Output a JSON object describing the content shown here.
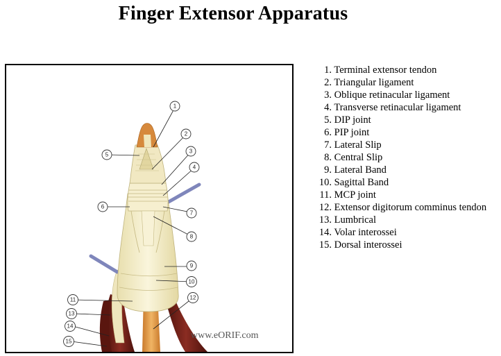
{
  "title": "Finger Extensor Apparatus",
  "watermark": "www.eORIF.com",
  "legend": [
    {
      "num": "1.",
      "label": "Terminal extensor tendon"
    },
    {
      "num": "2.",
      "label": "Triangular ligament"
    },
    {
      "num": "3.",
      "label": "Oblique retinacular ligament"
    },
    {
      "num": "4.",
      "label": "Transverse retinacular ligament"
    },
    {
      "num": "5.",
      "label": "DIP joint"
    },
    {
      "num": "6.",
      "label": "PIP joint"
    },
    {
      "num": "7.",
      "label": "Lateral Slip"
    },
    {
      "num": "8.",
      "label": "Central Slip"
    },
    {
      "num": "9.",
      "label": "Lateral Band"
    },
    {
      "num": "10.",
      "label": "Sagittal Band"
    },
    {
      "num": "11.",
      "label": "MCP joint"
    },
    {
      "num": "12.",
      "label": "Extensor digitorum comminus tendon"
    },
    {
      "num": "13.",
      "label": "Lumbrical"
    },
    {
      "num": "14.",
      "label": "Volar interossei"
    },
    {
      "num": "15.",
      "label": "Dorsal interossei"
    }
  ],
  "callouts": [
    "1",
    "2",
    "3",
    "4",
    "5",
    "6",
    "7",
    "8",
    "9",
    "10",
    "11",
    "12",
    "13",
    "14",
    "15"
  ],
  "colors": {
    "tendon": "#f3ecc6",
    "tendon_shade": "#d9cf9a",
    "bone": "#e2a24a",
    "skin_tip": "#d6893c",
    "muscle": "#6e1f17",
    "muscle_light": "#8a2c22",
    "probe": "#8c92c4"
  }
}
